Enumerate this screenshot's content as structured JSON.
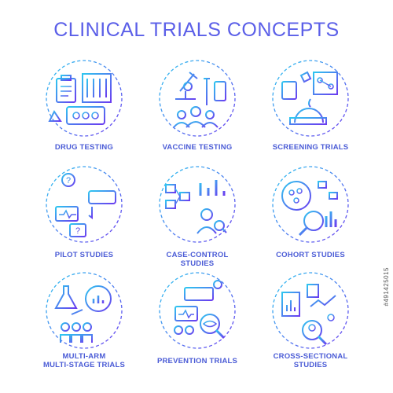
{
  "title": "CLINICAL TRIALS CONCEPTS",
  "accent_colors": {
    "gradient_start": "#2ec7f0",
    "gradient_end": "#6b3cf0",
    "label": "#4a5bd6",
    "title": "#5b5fe8"
  },
  "items": [
    {
      "lines": [
        "DRUG TESTING"
      ],
      "icon": "drug-testing-icon"
    },
    {
      "lines": [
        "VACCINE TESTING"
      ],
      "icon": "vaccine-testing-icon"
    },
    {
      "lines": [
        "SCREENING TRIALS"
      ],
      "icon": "screening-trials-icon"
    },
    {
      "lines": [
        "PILOT STUDIES"
      ],
      "icon": "pilot-studies-icon"
    },
    {
      "lines": [
        "CASE-CONTROL",
        "STUDIES"
      ],
      "icon": "case-control-studies-icon"
    },
    {
      "lines": [
        "COHORT STUDIES"
      ],
      "icon": "cohort-studies-icon"
    },
    {
      "lines": [
        "MULTI-ARM",
        "MULTI-STAGE TRIALS"
      ],
      "icon": "multi-arm-trials-icon"
    },
    {
      "lines": [
        "PREVENTION TRIALS"
      ],
      "icon": "prevention-trials-icon"
    },
    {
      "lines": [
        "CROSS-SECTIONAL",
        "STUDIES"
      ],
      "icon": "cross-sectional-studies-icon"
    }
  ],
  "watermark": "#491425015"
}
